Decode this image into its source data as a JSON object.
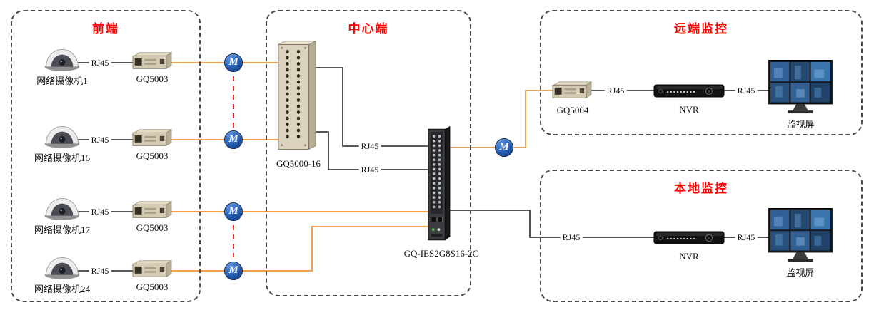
{
  "diagram": {
    "sections": {
      "front": {
        "title": "前端"
      },
      "center": {
        "title": "中心端"
      },
      "remote": {
        "title": "远端监控"
      },
      "local": {
        "title": "本地监控"
      }
    },
    "front_rows": [
      {
        "camera": "网络摄像机1",
        "rj45": "RJ45",
        "converter": "GQ5003"
      },
      {
        "camera": "网络摄像机16",
        "rj45": "RJ45",
        "converter": "GQ5003"
      },
      {
        "camera": "网络摄像机17",
        "rj45": "RJ45",
        "converter": "GQ5003"
      },
      {
        "camera": "网络摄像机24",
        "rj45": "RJ45",
        "converter": "GQ5003"
      }
    ],
    "center": {
      "mux": "GQ5000-16",
      "switch": "GQ-IES2G8S16-2C",
      "rj45_a": "RJ45",
      "rj45_b": "RJ45"
    },
    "remote": {
      "converter": "GQ5004",
      "rj45_left": "RJ45",
      "nvr": "NVR",
      "rj45_right": "RJ45",
      "monitor": "监视屏"
    },
    "local": {
      "rj45_left": "RJ45",
      "nvr": "NVR",
      "rj45_right": "RJ45",
      "monitor": "监视屏"
    },
    "fiber_label": "M",
    "colors": {
      "section_title": "#ff0000",
      "fiber_wire": "#f0a050",
      "data_wire": "#3f3f3f",
      "continuation_dash": "#ff2a2a"
    }
  }
}
